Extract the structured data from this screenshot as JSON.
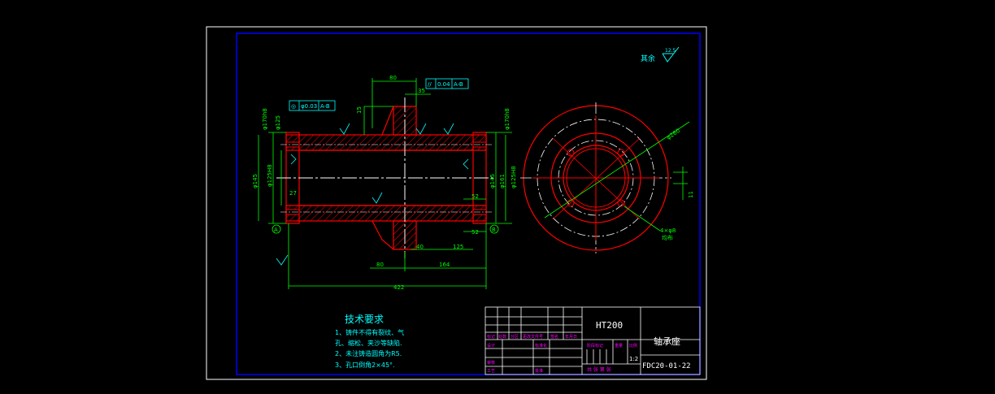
{
  "colors": {
    "background": "#000000",
    "frame": "#ffffff",
    "border": "#0000ff",
    "outline": "#ff0000",
    "dimension": "#00ff00",
    "centerline": "#ffffff",
    "annotation": "#00ffff",
    "hatch": "#ff0000",
    "title_text": "#ffffff",
    "table_label": "#ff00ff"
  },
  "roughness_general": {
    "label": "其余",
    "value": "12.5"
  },
  "tolerances": {
    "parallel": {
      "symbol": "//",
      "value": "0.04",
      "datum": "A-B"
    },
    "concentric": {
      "symbol": "◎",
      "value": "φ0.03",
      "datum": "A-B"
    }
  },
  "dimensions": {
    "top_width": "80",
    "top_offset": "35",
    "flange_height": "15",
    "left_dia_a": "φ170h8",
    "left_dia_b": "φ145",
    "left_dia_c": "φ125",
    "left_bore": "φ125H8",
    "right_dia_a": "φ170h8",
    "right_dia_b": "φ145",
    "right_bore": "φ125H8",
    "right_inner": "φ161",
    "left_small": "27",
    "bottom_52a": "52",
    "bottom_52b": "52",
    "bottom_40": "40",
    "bottom_125": "125",
    "bottom_80": "80",
    "bottom_164": "164",
    "overall": "422",
    "side_dia": "φ260",
    "side_width": "11",
    "holes_note_a": "4×φ8",
    "holes_note_b": "均布"
  },
  "datums": [
    "A",
    "B"
  ],
  "tech_requirements": {
    "title": "技术要求",
    "items": [
      "1、铸件不得有裂纹、气",
      "孔、缩松、夹沙等缺陷.",
      "2、未注铸造圆角为R5.",
      "3、孔口倒角2×45°."
    ]
  },
  "title_block": {
    "material": "HT200",
    "part_name": "轴承座",
    "drawing_no": "FDC20-01-22",
    "scale": "1:2",
    "row_labels": [
      "标记",
      "处数",
      "分区",
      "更改文件号",
      "签名",
      "年月日"
    ],
    "left_labels": [
      "设计",
      "标准化",
      "审核",
      "工艺",
      "批准"
    ],
    "stage_labels": [
      "阶段标记",
      "重量",
      "比例"
    ],
    "sheet_label": "共  张 第  张"
  }
}
